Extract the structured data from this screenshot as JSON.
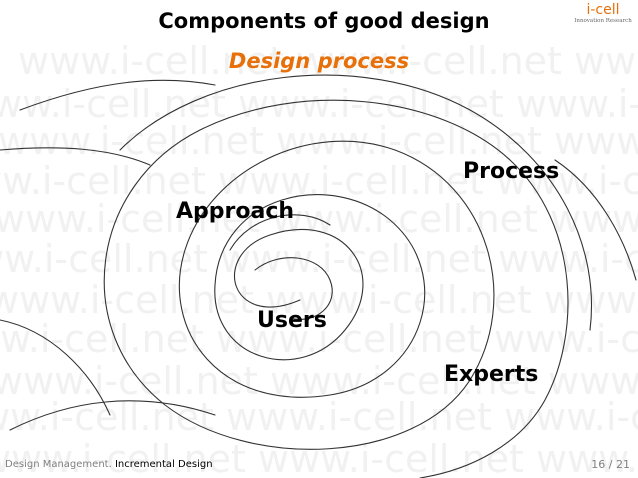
{
  "slide": {
    "title": "Components of good design",
    "subtitle": "Design process",
    "watermark_text": "www.i-cell.net   www.i-cell.net   www.i-cell.net   www.i-cell.net",
    "accent_color": "#e8700b"
  },
  "logo": {
    "name": "i-cell",
    "tagline": "Innovation Research"
  },
  "diagram": {
    "words": {
      "process": "Process",
      "approach": "Approach",
      "users": "Users",
      "experts": "Experts"
    }
  },
  "footer": {
    "course": "Design Management.",
    "topic": "Incremental Design",
    "page": "16 / 21"
  }
}
